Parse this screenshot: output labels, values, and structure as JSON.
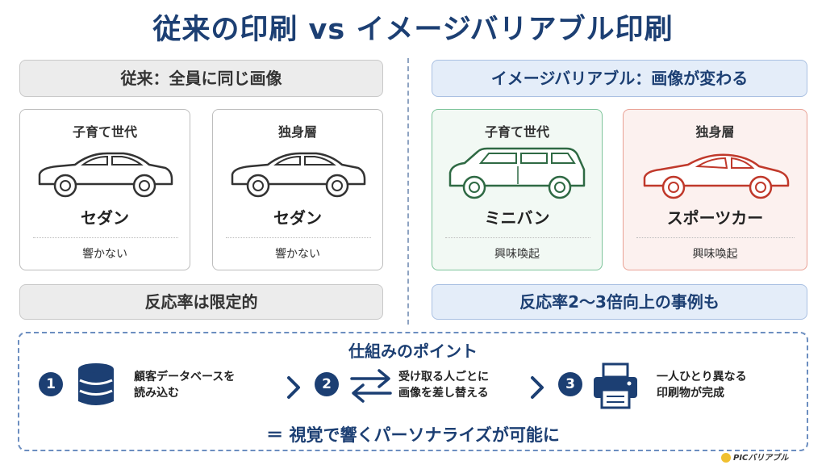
{
  "title": "従来の印刷 vs イメージバリアブル印刷",
  "left": {
    "header": "従来：全員に同じ画像",
    "cards": [
      {
        "segment": "子育て世代",
        "car": "セダン",
        "result": "響かない"
      },
      {
        "segment": "独身層",
        "car": "セダン",
        "result": "響かない"
      }
    ],
    "footer": "反応率は限定的"
  },
  "right": {
    "header": "イメージバリアブル：画像が変わる",
    "cards": [
      {
        "segment": "子育て世代",
        "car": "ミニバン",
        "result": "興味喚起"
      },
      {
        "segment": "独身層",
        "car": "スポーツカー",
        "result": "興味喚起"
      }
    ],
    "footer": "反応率2〜3倍向上の事例も"
  },
  "points": {
    "title": "仕組みのポイント",
    "steps": [
      {
        "num": "1",
        "icon": "database-icon",
        "text_line1": "顧客データベースを",
        "text_line2": "読み込む"
      },
      {
        "num": "2",
        "icon": "swap-arrows-icon",
        "text_line1": "受け取る人ごとに",
        "text_line2": "画像を差し替える"
      },
      {
        "num": "3",
        "icon": "printer-icon",
        "text_line1": "一人ひとり異なる",
        "text_line2": "印刷物が完成"
      }
    ],
    "conclusion": "＝ 視覚で響くパーソナライズが可能に"
  },
  "logo": "PICバリアブル",
  "colors": {
    "navy": "#1c3f73",
    "green_border": "#7dc49a",
    "red_border": "#e9a195",
    "car_gray": "#333333",
    "car_green": "#2f6a44",
    "car_red": "#c0392b"
  }
}
